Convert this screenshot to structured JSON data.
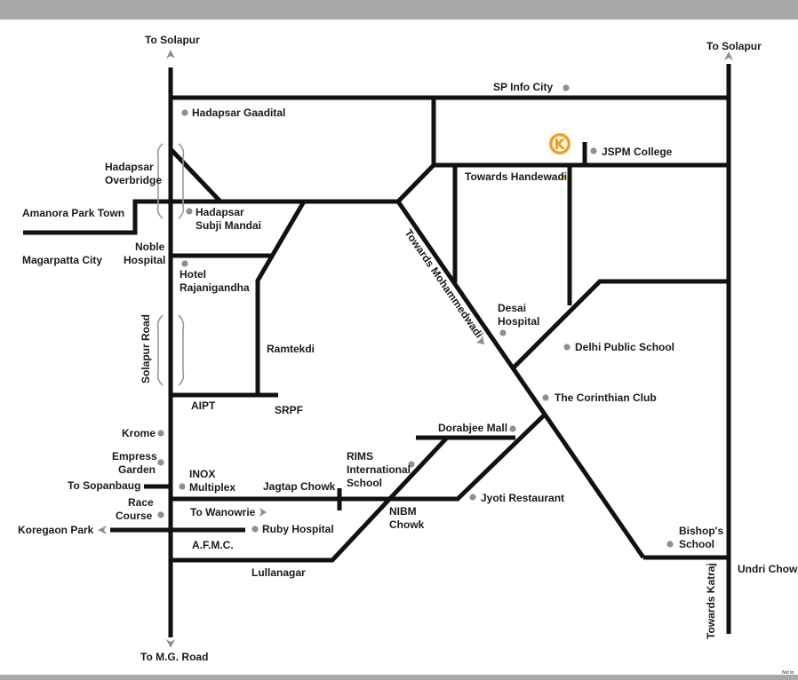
{
  "map": {
    "project_label": "JSPM College",
    "labels": {
      "to_solapur_left": "To Solapur",
      "to_solapur_right": "To Solapur",
      "sp_info_city": "SP Info City",
      "hadapsar_gaaditel": "Hadapsar Gaadital",
      "hadapsar_overbridge_1": "Hadapsar",
      "hadapsar_overbridge_2": "Overbridge",
      "amanora": "Amanora Park Town",
      "hadapsar_subji_1": "Hadapsar",
      "hadapsar_subji_2": "Subji Mandai",
      "noble_1": "Noble",
      "noble_2": "Hospital",
      "magarpatta": "Magarpatta City",
      "hotel_1": "Hotel",
      "hotel_2": "Rajanigandha",
      "solapur_road": "Solapur Road",
      "ramtekdi": "Ramtekdi",
      "aipt": "AIPT",
      "srpf": "SRPF",
      "krome": "Krome",
      "empress_1": "Empress",
      "empress_2": "Garden",
      "to_sopanbaug": "To Sopanbaug",
      "inox_1": "INOX",
      "inox_2": "Multiplex",
      "race_1": "Race",
      "race_2": "Course",
      "to_wanowrie": "To Wanowrie",
      "koregaon": "Koregaon Park",
      "ruby": "Ruby Hospital",
      "afmc": "A.F.M.C.",
      "lullanagar": "Lullanagar",
      "to_mg_road": "To M.G. Road",
      "towards_handewadi": "Towards Handewadi",
      "towards_mohammedwadi": "Towards Mohammedwadi",
      "desai_1": "Desai",
      "desai_2": "Hospital",
      "dps": "Delhi Public School",
      "corinthian": "The Corinthian Club",
      "dorabjee": "Dorabjee Mall",
      "rims_1": "RIMS",
      "rims_2": "International",
      "rims_3": "School",
      "jagtap": "Jagtap Chowk",
      "jyoti": "Jyoti Restaurant",
      "nibm_1": "NIBM",
      "nibm_2": "Chowk",
      "bishops_1": "Bishop's",
      "bishops_2": "School",
      "undri": "Undri Chowk",
      "towards_katraj": "Towards Katraj",
      "corner_note": "Not to"
    },
    "colors": {
      "road": "#111111",
      "marker": "#8f8f8f",
      "accent": "#f0a020",
      "frame": "#a9a9a9"
    },
    "icons": {
      "project": "project-logo-icon",
      "landmark": "landmark-dot-icon",
      "direction": "direction-arrow-icon"
    }
  }
}
